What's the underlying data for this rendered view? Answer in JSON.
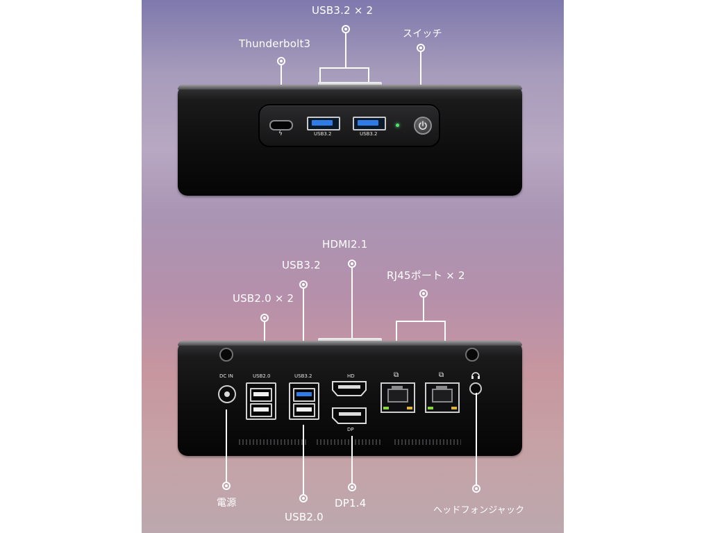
{
  "front": {
    "labels": {
      "usb32x2": "USB3.2 × 2",
      "thunderbolt": "Thunderbolt3",
      "switch": "スイッチ"
    },
    "port_labels": {
      "usb_a_1": "USB3.2",
      "usb_a_2": "USB3.2"
    },
    "icons": {
      "thunderbolt": "thunderbolt-bolt-icon",
      "power": "power-icon"
    }
  },
  "rear": {
    "labels": {
      "hdmi": "HDMI2.1",
      "usb32": "USB3.2",
      "usb20x2": "USB2.0 × 2",
      "rj45": "RJ45ポート × 2",
      "power": "電源",
      "usb20": "USB2.0",
      "dp": "DP1.4",
      "headphone": "ヘッドフォンジャック"
    },
    "port_labels": {
      "dc_in": "DC IN",
      "usb20": "USB2.0",
      "usb32": "USB3.2",
      "hd": "HD",
      "dp": "DP"
    },
    "icons": {
      "lan1": "network-icon",
      "lan2": "network-icon",
      "audio": "headphone-icon"
    }
  },
  "colors": {
    "background_top": "#7e79ad",
    "background_bottom": "#bba8ae",
    "device_body": "#0d0d0e",
    "usb32_blue": "#2f7ce8",
    "led_green": "#52e06b",
    "label_text": "#ffffff"
  }
}
